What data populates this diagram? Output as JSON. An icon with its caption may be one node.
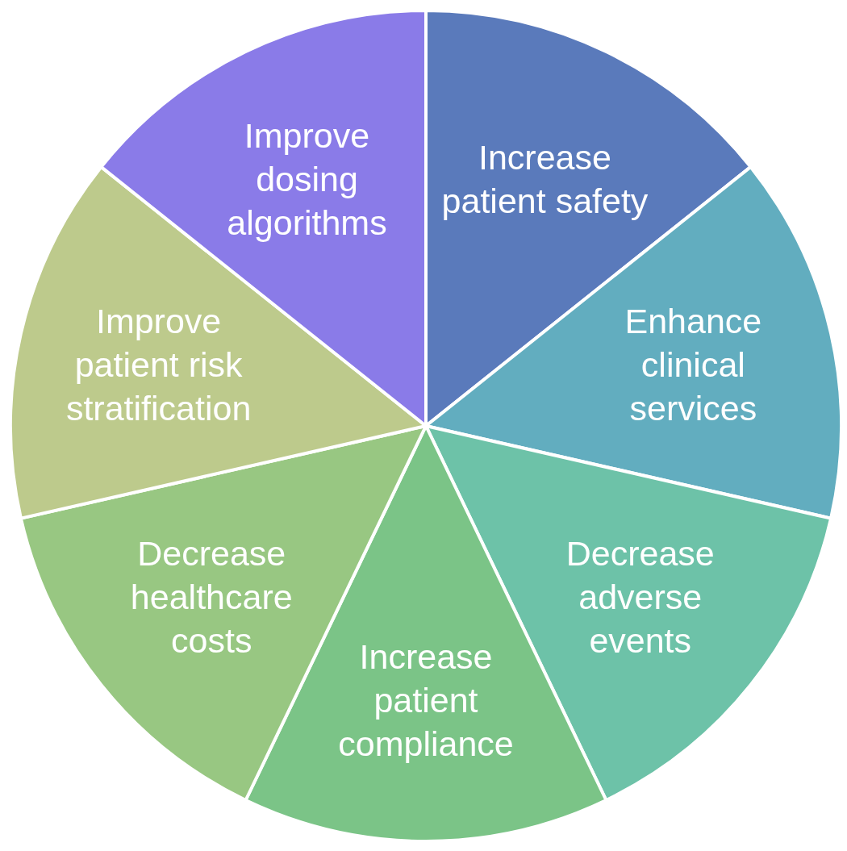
{
  "diagram": {
    "nodes": [
      {
        "text": [
          "Increase patient safety"
        ]
      },
      {
        "text": [
          "Enhance clinical services"
        ]
      },
      {
        "text": [
          "Decrease adverse events"
        ]
      },
      {
        "text": [
          "Increase patient compliance"
        ]
      },
      {
        "text": [
          "Decrease healthcare costs"
        ]
      },
      {
        "text": [
          "Improve patient risk stratification"
        ]
      },
      {
        "text": [
          "Improve dosing algorithms"
        ]
      }
    ]
  }
}
